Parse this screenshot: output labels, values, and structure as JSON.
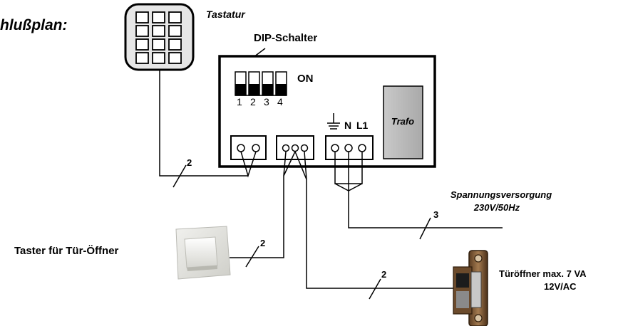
{
  "title": "hlußplan:",
  "keypad_label": "Tastatur",
  "dip_label": "DIP-Schalter",
  "dip_on_label": "ON",
  "dip_numbers": [
    "1",
    "2",
    "3",
    "4"
  ],
  "terminal_n_label": "N",
  "terminal_l1_label": "L1",
  "trafo_label": "Trafo",
  "power_label_line1": "Spannungsversorgung",
  "power_label_line2": "230V/50Hz",
  "button_label": "Taster für Tür-Öffner",
  "opener_label_line1": "Türöffner max. 7 VA",
  "opener_label_line2": "12V/AC",
  "wire_counts": {
    "keypad": "2",
    "button": "2",
    "opener": "2",
    "power": "3"
  }
}
